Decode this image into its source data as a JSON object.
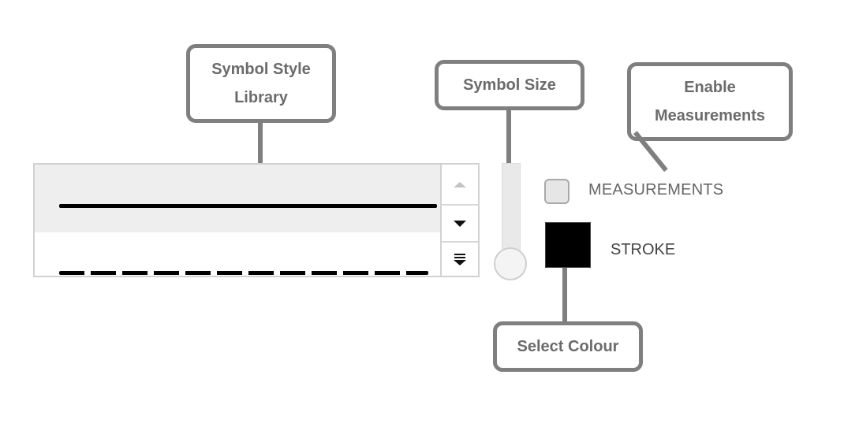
{
  "callouts": {
    "style_library": {
      "line1": "Symbol Style",
      "line2": "Library"
    },
    "symbol_size": {
      "text": "Symbol Size"
    },
    "enable_measurements": {
      "line1": "Enable",
      "line2": "Measurements"
    },
    "select_colour": {
      "text": "Select Colour"
    }
  },
  "style_list": {
    "items": [
      {
        "style": "solid-line",
        "selected": true
      },
      {
        "style": "dashed-line",
        "selected": false
      }
    ],
    "scroll_buttons": [
      "scroll-up",
      "scroll-down",
      "scroll-to-end"
    ]
  },
  "symbol_size_slider": {
    "value_fraction": 0.0
  },
  "measurements": {
    "label": "MEASUREMENTS",
    "checked": false
  },
  "stroke": {
    "label": "STROKE",
    "color": "#000000"
  },
  "colors": {
    "callout_border": "#7f7f7f",
    "callout_text": "#6b6b6b",
    "selected_row": "#eeeeee"
  }
}
